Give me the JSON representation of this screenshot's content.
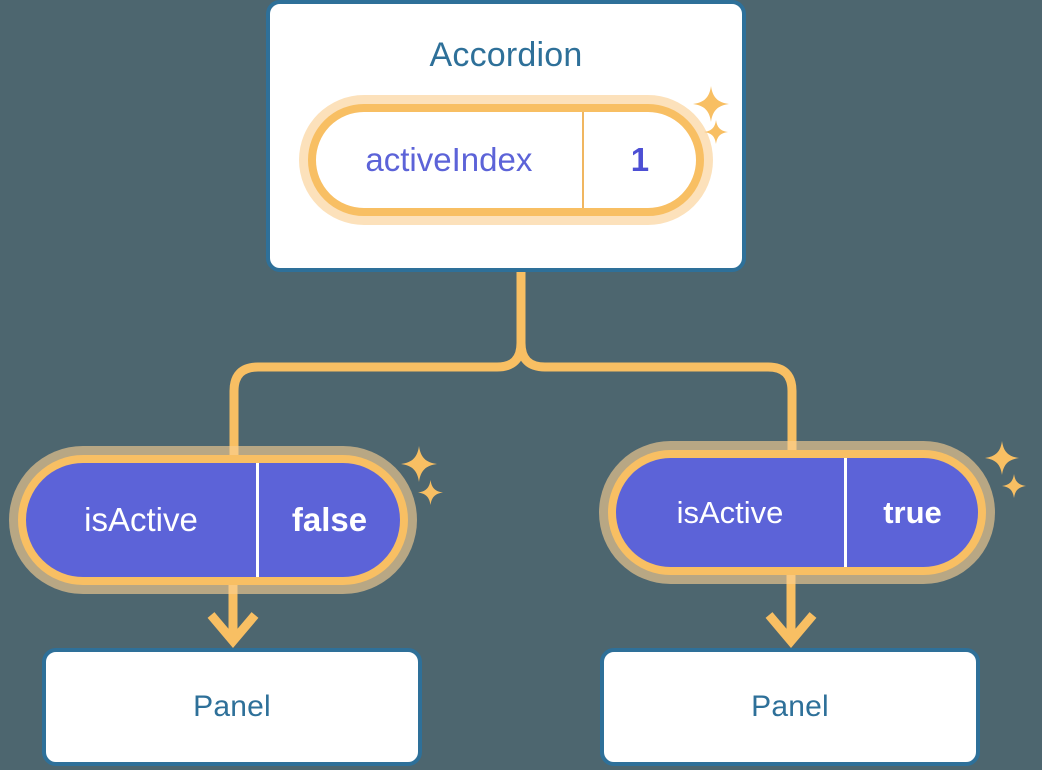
{
  "background_color": "#4d666f",
  "colors": {
    "box_border": "#2e7099",
    "box_fill": "#ffffff",
    "title_text": "#2e7099",
    "pill_border": "#f8bf63",
    "pill_halo": "#facd91",
    "pill_solid_fill": "#5c63d8",
    "pill_key_text_light": "#5c63d8",
    "pill_value_text_light": "#4d4fd4",
    "pill_text_solid": "#ffffff",
    "connector": "#f8bf63",
    "sparkle": "#f8bf63"
  },
  "diagram": {
    "type": "component-state-tree",
    "root": {
      "name": "accordion-component",
      "title": "Accordion",
      "state": {
        "key": "activeIndex",
        "value": "1"
      }
    },
    "children": [
      {
        "name": "panel-left",
        "state": {
          "key": "isActive",
          "value": "false"
        },
        "title": "Panel"
      },
      {
        "name": "panel-right",
        "state": {
          "key": "isActive",
          "value": "true"
        },
        "title": "Panel"
      }
    ]
  },
  "icons": {
    "sparkle_large": "sparkle-icon",
    "sparkle_small": "sparkle-icon"
  }
}
